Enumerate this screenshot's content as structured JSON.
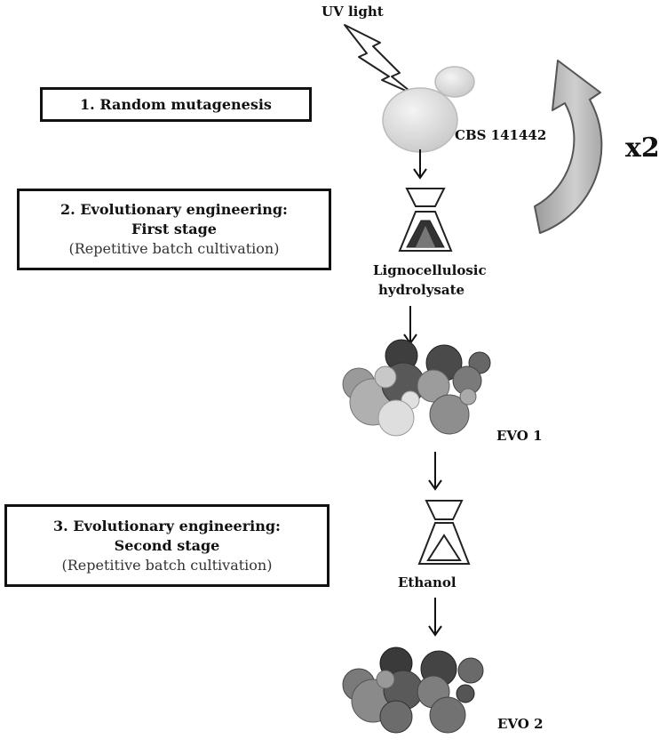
{
  "steps": [
    {
      "title": "1. Random mutagenesis",
      "line2": "",
      "note": ""
    },
    {
      "title": "2. Evolutionary engineering:",
      "line2": "First stage",
      "note": "(Repetitive batch cultivation)"
    },
    {
      "title": "3. Evolutionary engineering:",
      "line2": "Second stage",
      "note": "(Repetitive batch cultivation)"
    }
  ],
  "labels": {
    "uv": "UV light",
    "strain": "CBS 141442",
    "repeat": "x2",
    "medium1_line1": "Lignocellulosic",
    "medium1_line2": "hydrolysate",
    "evo1": "EVO 1",
    "medium2": "Ethanol",
    "evo2": "EVO 2"
  }
}
